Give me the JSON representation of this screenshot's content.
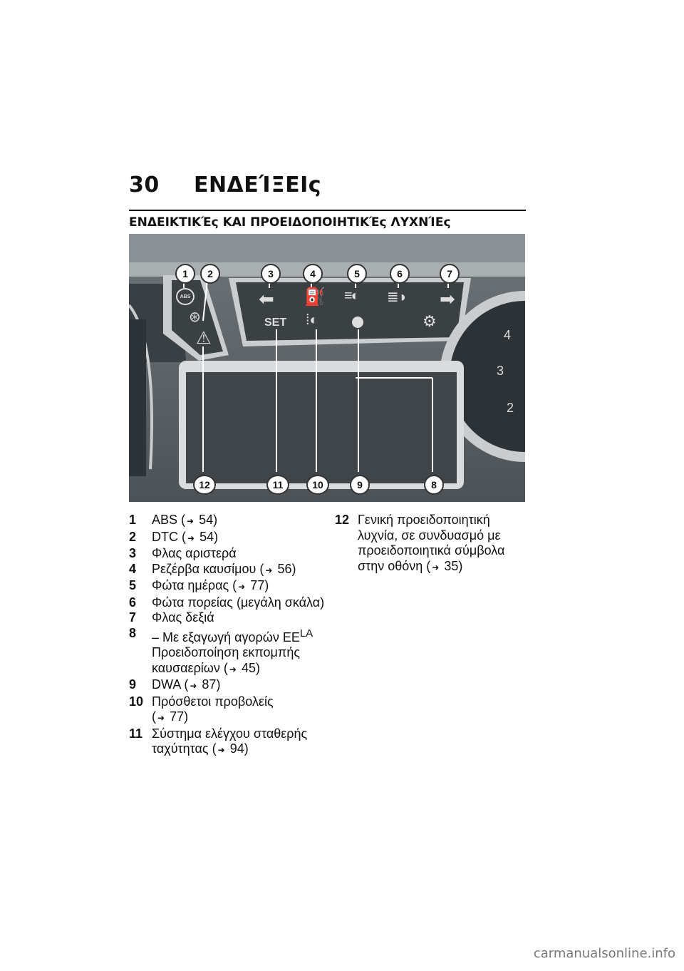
{
  "header": {
    "page_number": "30",
    "chapter": "ΕΝΔΕΊΞΕΙς"
  },
  "section": {
    "title": "ΕΝΔΕΙΚΤΙΚΈς ΚΑΙ ΠΡΟΕΙΔΟΠΟΙΗΤΙΚΈς ΛΥΧΝΊΕς"
  },
  "figure": {
    "callouts_top": [
      "1",
      "2",
      "3",
      "4",
      "5",
      "6",
      "7"
    ],
    "callouts_bottom": [
      "12",
      "11",
      "10",
      "9",
      "8"
    ],
    "abs_text": "ABS",
    "set_text": "SET",
    "gauge_ticks": [
      "4",
      "3",
      "2"
    ],
    "icons": [
      "abs-icon",
      "dtc-icon",
      "warning-triangle-icon",
      "arrow-left-icon",
      "fuel-pump-icon",
      "daytime-light-icon",
      "high-beam-icon",
      "arrow-right-icon",
      "set-icon",
      "fog-light-icon",
      "dwa-dot-icon",
      "engine-icon"
    ]
  },
  "legend_left": [
    {
      "n": "1",
      "text": "ABS",
      "ref": "54)"
    },
    {
      "n": "2",
      "text": "DTC",
      "ref": "54)"
    },
    {
      "n": "3",
      "text": "Φλας αριστερά"
    },
    {
      "n": "4",
      "text": "Ρεζέρβα καυσίμου",
      "ref": "56)"
    },
    {
      "n": "5",
      "text": "Φώτα ημέρας",
      "ref": "77)"
    },
    {
      "n": "6",
      "text": "Φώτα πορείας (μεγάλη σκάλα)"
    },
    {
      "n": "7",
      "text": "Φλας δεξιά"
    },
    {
      "n": "8",
      "text": "– Με εξαγωγή αγορών ΕΕ",
      "sup": "LA",
      "text2": "Προειδοποίηση εκπομπής καυσαερίων",
      "ref": "45)"
    },
    {
      "n": "9",
      "text": "DWA",
      "ref": "87)"
    },
    {
      "n": "10",
      "text": "Πρόσθετοι προβολείς",
      "ref": "77)"
    },
    {
      "n": "11",
      "text": "Σύστημα ελέγχου σταθερής ταχύτητας",
      "ref": "94)"
    }
  ],
  "legend_right": [
    {
      "n": "12",
      "text": "Γενική προειδοποιητική λυχνία, σε συνδυασμό με προειδοποιητικά σύμβολα στην οθόνη",
      "ref": "35)"
    }
  ],
  "ref_arrow": "➜",
  "watermark": "carmanualsonline.info"
}
